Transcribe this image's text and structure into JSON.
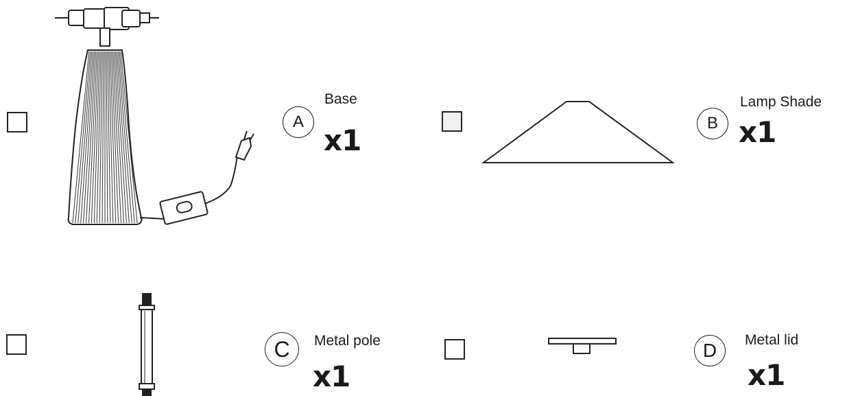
{
  "parts": [
    {
      "letter": "A",
      "name": "Base",
      "qty": "x1"
    },
    {
      "letter": "B",
      "name": "Lamp Shade",
      "qty": "x1"
    },
    {
      "letter": "C",
      "name": "Metal pole",
      "qty": "x1"
    },
    {
      "letter": "D",
      "name": "Metal lid",
      "qty": "x1"
    }
  ]
}
